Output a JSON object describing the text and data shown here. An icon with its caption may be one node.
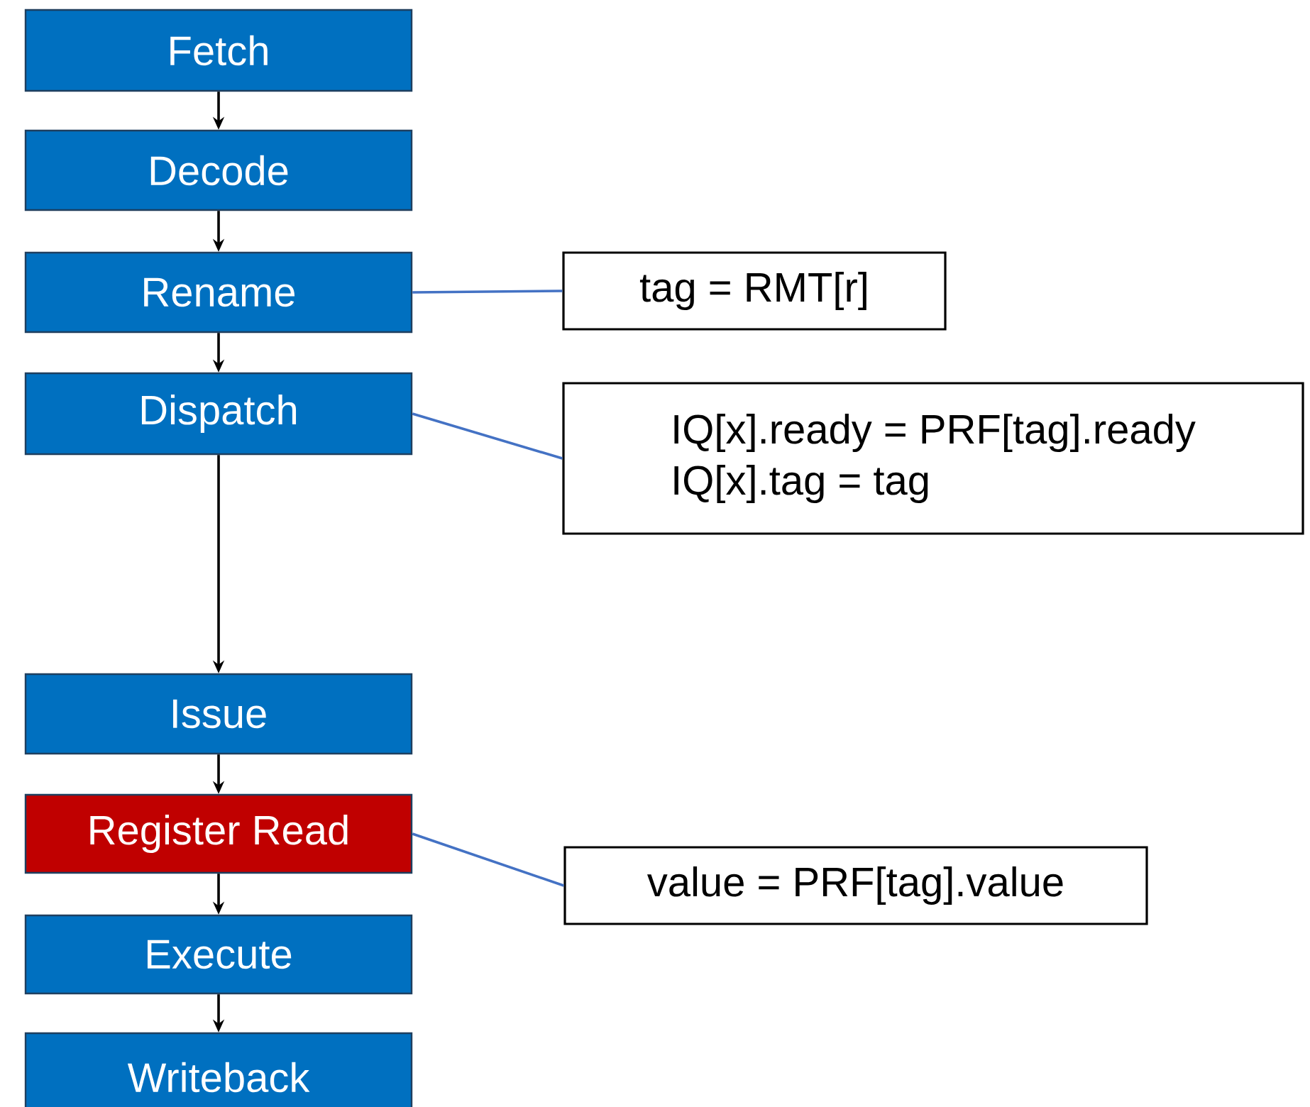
{
  "diagram": {
    "nodes": [
      {
        "text": [
          "Fetch"
        ]
      },
      {
        "text": [
          "Decode"
        ]
      },
      {
        "text": [
          "Rename"
        ]
      },
      {
        "text": [
          "Dispatch"
        ]
      },
      {
        "text": [
          "Issue"
        ]
      },
      {
        "text": [
          "Register Read"
        ]
      },
      {
        "text": [
          "Execute"
        ]
      },
      {
        "text": [
          "Writeback"
        ]
      },
      {
        "text": [
          "tag = RMT[r]"
        ]
      },
      {
        "text": [
          "IQ[x].ready = PRF[tag].ready",
          "IQ[x].tag = tag"
        ]
      },
      {
        "text": [
          "value = PRF[tag].value"
        ]
      }
    ],
    "edges": [
      {
        "from": 0,
        "to": 1,
        "arrow": "to"
      },
      {
        "from": 1,
        "to": 2,
        "arrow": "to"
      },
      {
        "from": 2,
        "to": 3,
        "arrow": "to"
      },
      {
        "from": 3,
        "to": 4,
        "arrow": "to"
      },
      {
        "from": 4,
        "to": 5,
        "arrow": "to"
      },
      {
        "from": 5,
        "to": 6,
        "arrow": "to"
      },
      {
        "from": 6,
        "to": 7,
        "arrow": "to"
      },
      {
        "from": 2,
        "to": 8,
        "arrow": "none",
        "color": "#4472c4"
      },
      {
        "from": 3,
        "to": 9,
        "arrow": "none",
        "color": "#4472c4"
      },
      {
        "from": 5,
        "to": 10,
        "arrow": "none",
        "color": "#4472c4"
      }
    ]
  }
}
